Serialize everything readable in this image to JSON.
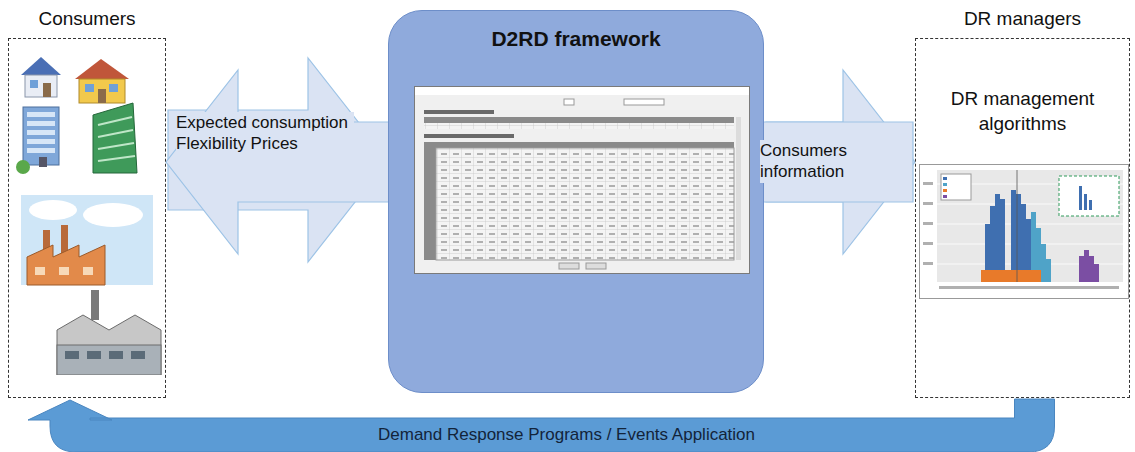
{
  "diagram": {
    "nodes": [
      {
        "text": [
          "Consumers"
        ]
      },
      {
        "text": [
          "D2RD framework"
        ]
      },
      {
        "text": [
          "DR managers",
          "DR management algorithms"
        ]
      }
    ],
    "edges": [
      {
        "from": 0,
        "to": 1,
        "arrow": "to",
        "label": "Expected consumption Flexibility Prices"
      },
      {
        "from": 1,
        "to": 2,
        "arrow": "to",
        "label": "Consumers information"
      },
      {
        "from": 2,
        "to": 0,
        "arrow": "to",
        "label": "Demand Response Programs / Events Application"
      }
    ]
  }
}
